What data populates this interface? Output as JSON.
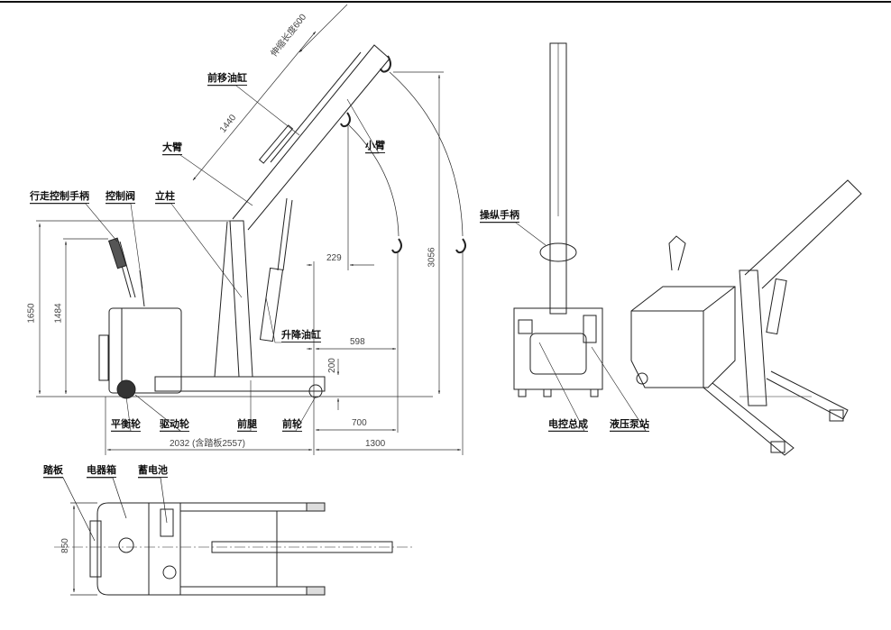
{
  "side_view": {
    "labels": {
      "telescopic_length": "伸缩长度600",
      "forward_cylinder": "前移油缸",
      "main_arm": "大臂",
      "small_arm": "小臂",
      "travel_handle": "行走控制手柄",
      "control_valve": "控制阀",
      "column": "立柱",
      "lift_cylinder": "升降油缸",
      "balance_wheel": "平衡轮",
      "drive_wheel": "驱动轮",
      "front_leg": "前腿",
      "front_wheel": "前轮"
    },
    "dimensions": {
      "boom_length": "1440",
      "reach_229": "229",
      "max_height": "3056",
      "height_1650": "1650",
      "height_1484": "1484",
      "reach_598": "598",
      "leg_height": "200",
      "reach_700": "700",
      "overall_length": "2032 (含踏板2557)",
      "reach_1300": "1300"
    }
  },
  "front_view": {
    "labels": {
      "operating_handle": "操纵手柄",
      "electric_control": "电控总成",
      "hydraulic_station": "液压泵站"
    }
  },
  "top_view": {
    "labels": {
      "pedal": "踏板",
      "electrical_box": "电器箱",
      "battery": "蓄电池"
    },
    "dimensions": {
      "width": "850"
    }
  }
}
